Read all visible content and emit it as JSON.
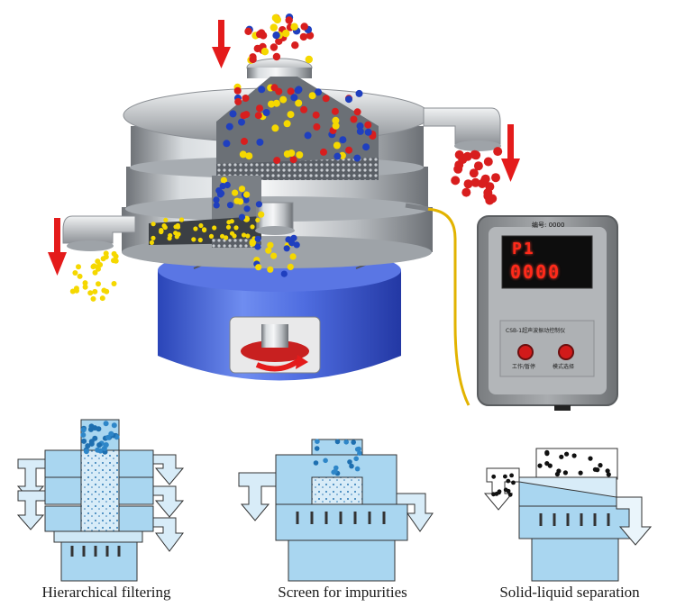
{
  "control_box": {
    "serial_label": "编号: 0000",
    "display_mode": "P1",
    "display_value": "0000",
    "model_name": "CSB-1超声波振动控制仪",
    "button_left_label": "工作/暂停",
    "button_right_label": "模式选择"
  },
  "captions": [
    "Hierarchical filtering",
    "Screen for impurities",
    "Solid-liquid separation"
  ],
  "colors": {
    "particle_red": "#d81e1e",
    "particle_blue": "#1f3fbf",
    "particle_yellow": "#f5d800",
    "arrow_red": "#e41b1b",
    "base_blue": "#3d5bd8",
    "panel_blue": "#a9d6f0",
    "cable_yellow": "#e2b300"
  }
}
